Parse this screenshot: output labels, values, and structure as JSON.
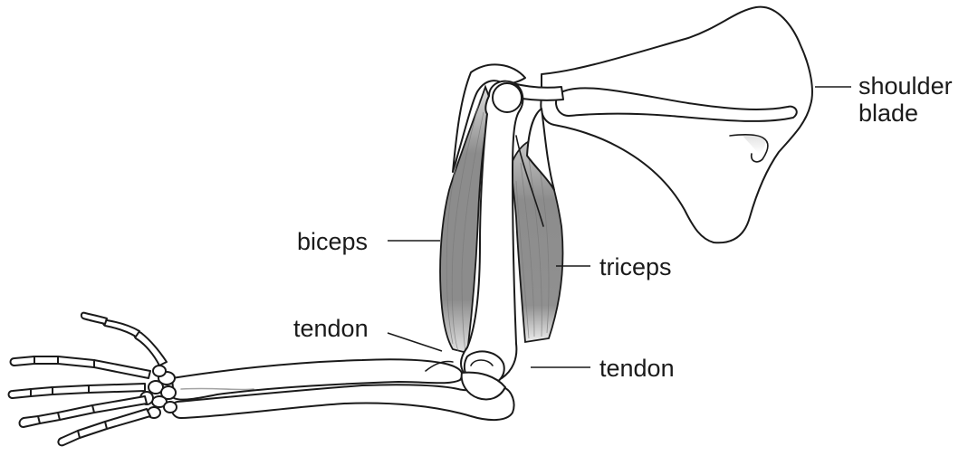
{
  "labels": {
    "shoulder_blade": [
      "shoulder",
      "blade"
    ],
    "biceps": "biceps",
    "triceps": "triceps",
    "tendon_front": "tendon",
    "tendon_back": "tendon"
  },
  "colors": {
    "ink": "#1a1a1a",
    "muscle_dark": "#8c8c8c",
    "muscle_light": "#dcdcdc",
    "bone": "#ffffff"
  }
}
